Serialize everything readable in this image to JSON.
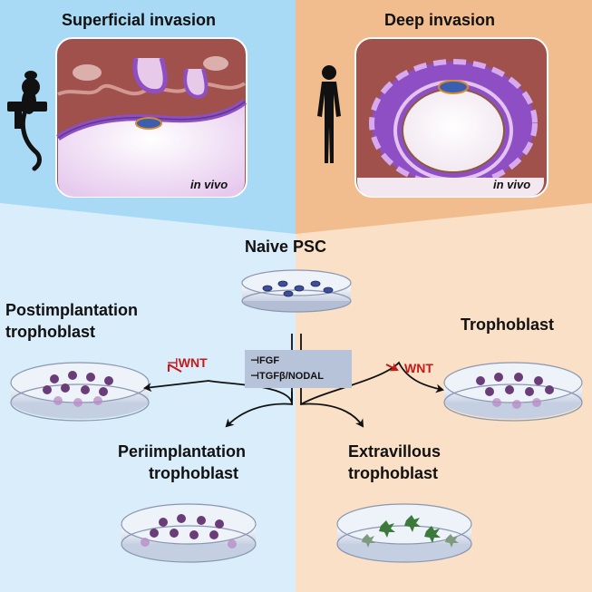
{
  "top": {
    "left_title": "Superficial invasion",
    "right_title": "Deep invasion",
    "left_tag": "in vivo",
    "right_tag": "in vivo"
  },
  "center": {
    "naive": "Naive PSC",
    "inhibitors": [
      "⊣FGF",
      "⊣TGFβ/NODAL"
    ]
  },
  "outcomes": {
    "post_line1": "Postimplantation",
    "post_line2": "trophoblast",
    "peri_line1": "Periimplantation",
    "peri_line2": "trophoblast",
    "troph": "Trophoblast",
    "evt_line1": "Extravillous",
    "evt_line2": "trophoblast",
    "wnt_inhibit": "⊣WNT",
    "wnt_activate": "WNT"
  },
  "colors": {
    "left_bg": "#a9daf5",
    "right_bg": "#f2bd8e",
    "left_lower": "#d9edfb",
    "right_lower": "#f9e0c6",
    "tissue": "#a0514c",
    "trophoblast": "#8f4fc4",
    "colony": "#6a3d78",
    "evt": "#3b7a3b",
    "wnt_red": "#c81818"
  },
  "icons": [
    "marmoset-icon",
    "human-icon",
    "petri-dish-icon"
  ]
}
